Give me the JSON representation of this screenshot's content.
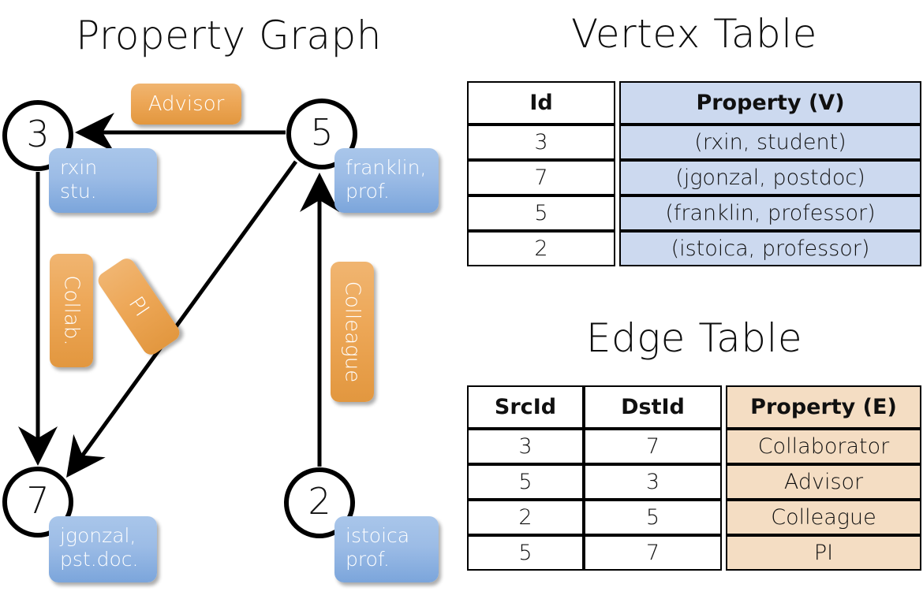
{
  "titles": {
    "property_graph": "Property Graph",
    "vertex_table": "Vertex Table",
    "edge_table": "Edge Table"
  },
  "colors": {
    "vertex_property_fill": "#ccd9ef",
    "edge_property_fill": "#f4ddc3",
    "node_box_blue": "#9cbce6",
    "edge_label_orange": "#eda757",
    "stroke": "#000000",
    "background": "#ffffff"
  },
  "graph": {
    "vertices": [
      {
        "id": "3",
        "prop_line1": "rxin",
        "prop_line2": "stu."
      },
      {
        "id": "5",
        "prop_line1": "franklin,",
        "prop_line2": "prof."
      },
      {
        "id": "7",
        "prop_line1": "jgonzal,",
        "prop_line2": "pst.doc."
      },
      {
        "id": "2",
        "prop_line1": "istoica",
        "prop_line2": "prof."
      }
    ],
    "edge_labels": [
      {
        "name": "advisor",
        "text": "Advisor",
        "orientation": "horizontal"
      },
      {
        "name": "collab",
        "text": "Collab.",
        "orientation": "vertical"
      },
      {
        "name": "pi",
        "text": "PI",
        "orientation": "diagonal"
      },
      {
        "name": "colleague",
        "text": "Colleague",
        "orientation": "vertical"
      }
    ]
  },
  "vertex_table": {
    "columns": [
      "Id",
      "Property (V)"
    ],
    "rows": [
      {
        "id": "3",
        "property": "(rxin, student)"
      },
      {
        "id": "7",
        "property": "(jgonzal, postdoc)"
      },
      {
        "id": "5",
        "property": "(franklin, professor)"
      },
      {
        "id": "2",
        "property": "(istoica, professor)"
      }
    ]
  },
  "edge_table": {
    "columns": [
      "SrcId",
      "DstId",
      "Property (E)"
    ],
    "rows": [
      {
        "src": "3",
        "dst": "7",
        "property": "Collaborator"
      },
      {
        "src": "5",
        "dst": "3",
        "property": "Advisor"
      },
      {
        "src": "2",
        "dst": "5",
        "property": "Colleague"
      },
      {
        "src": "5",
        "dst": "7",
        "property": "PI"
      }
    ]
  }
}
